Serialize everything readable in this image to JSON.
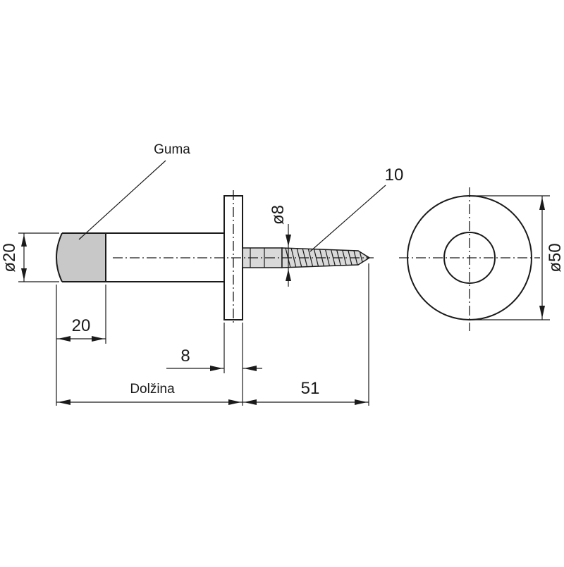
{
  "labels": {
    "rubber": "Guma",
    "length": "Dolžina",
    "dia_rubber": "ø20",
    "rubber_length": "20",
    "flange_thickness": "8",
    "screw_protrusion": "51",
    "screw_diameter": "ø8",
    "screw_size": "10",
    "flange_diameter": "ø50"
  },
  "colors": {
    "line": "#1a1a1a",
    "rubber_fill": "#c8c8c8",
    "screw_fill": "#d9d9d9"
  }
}
